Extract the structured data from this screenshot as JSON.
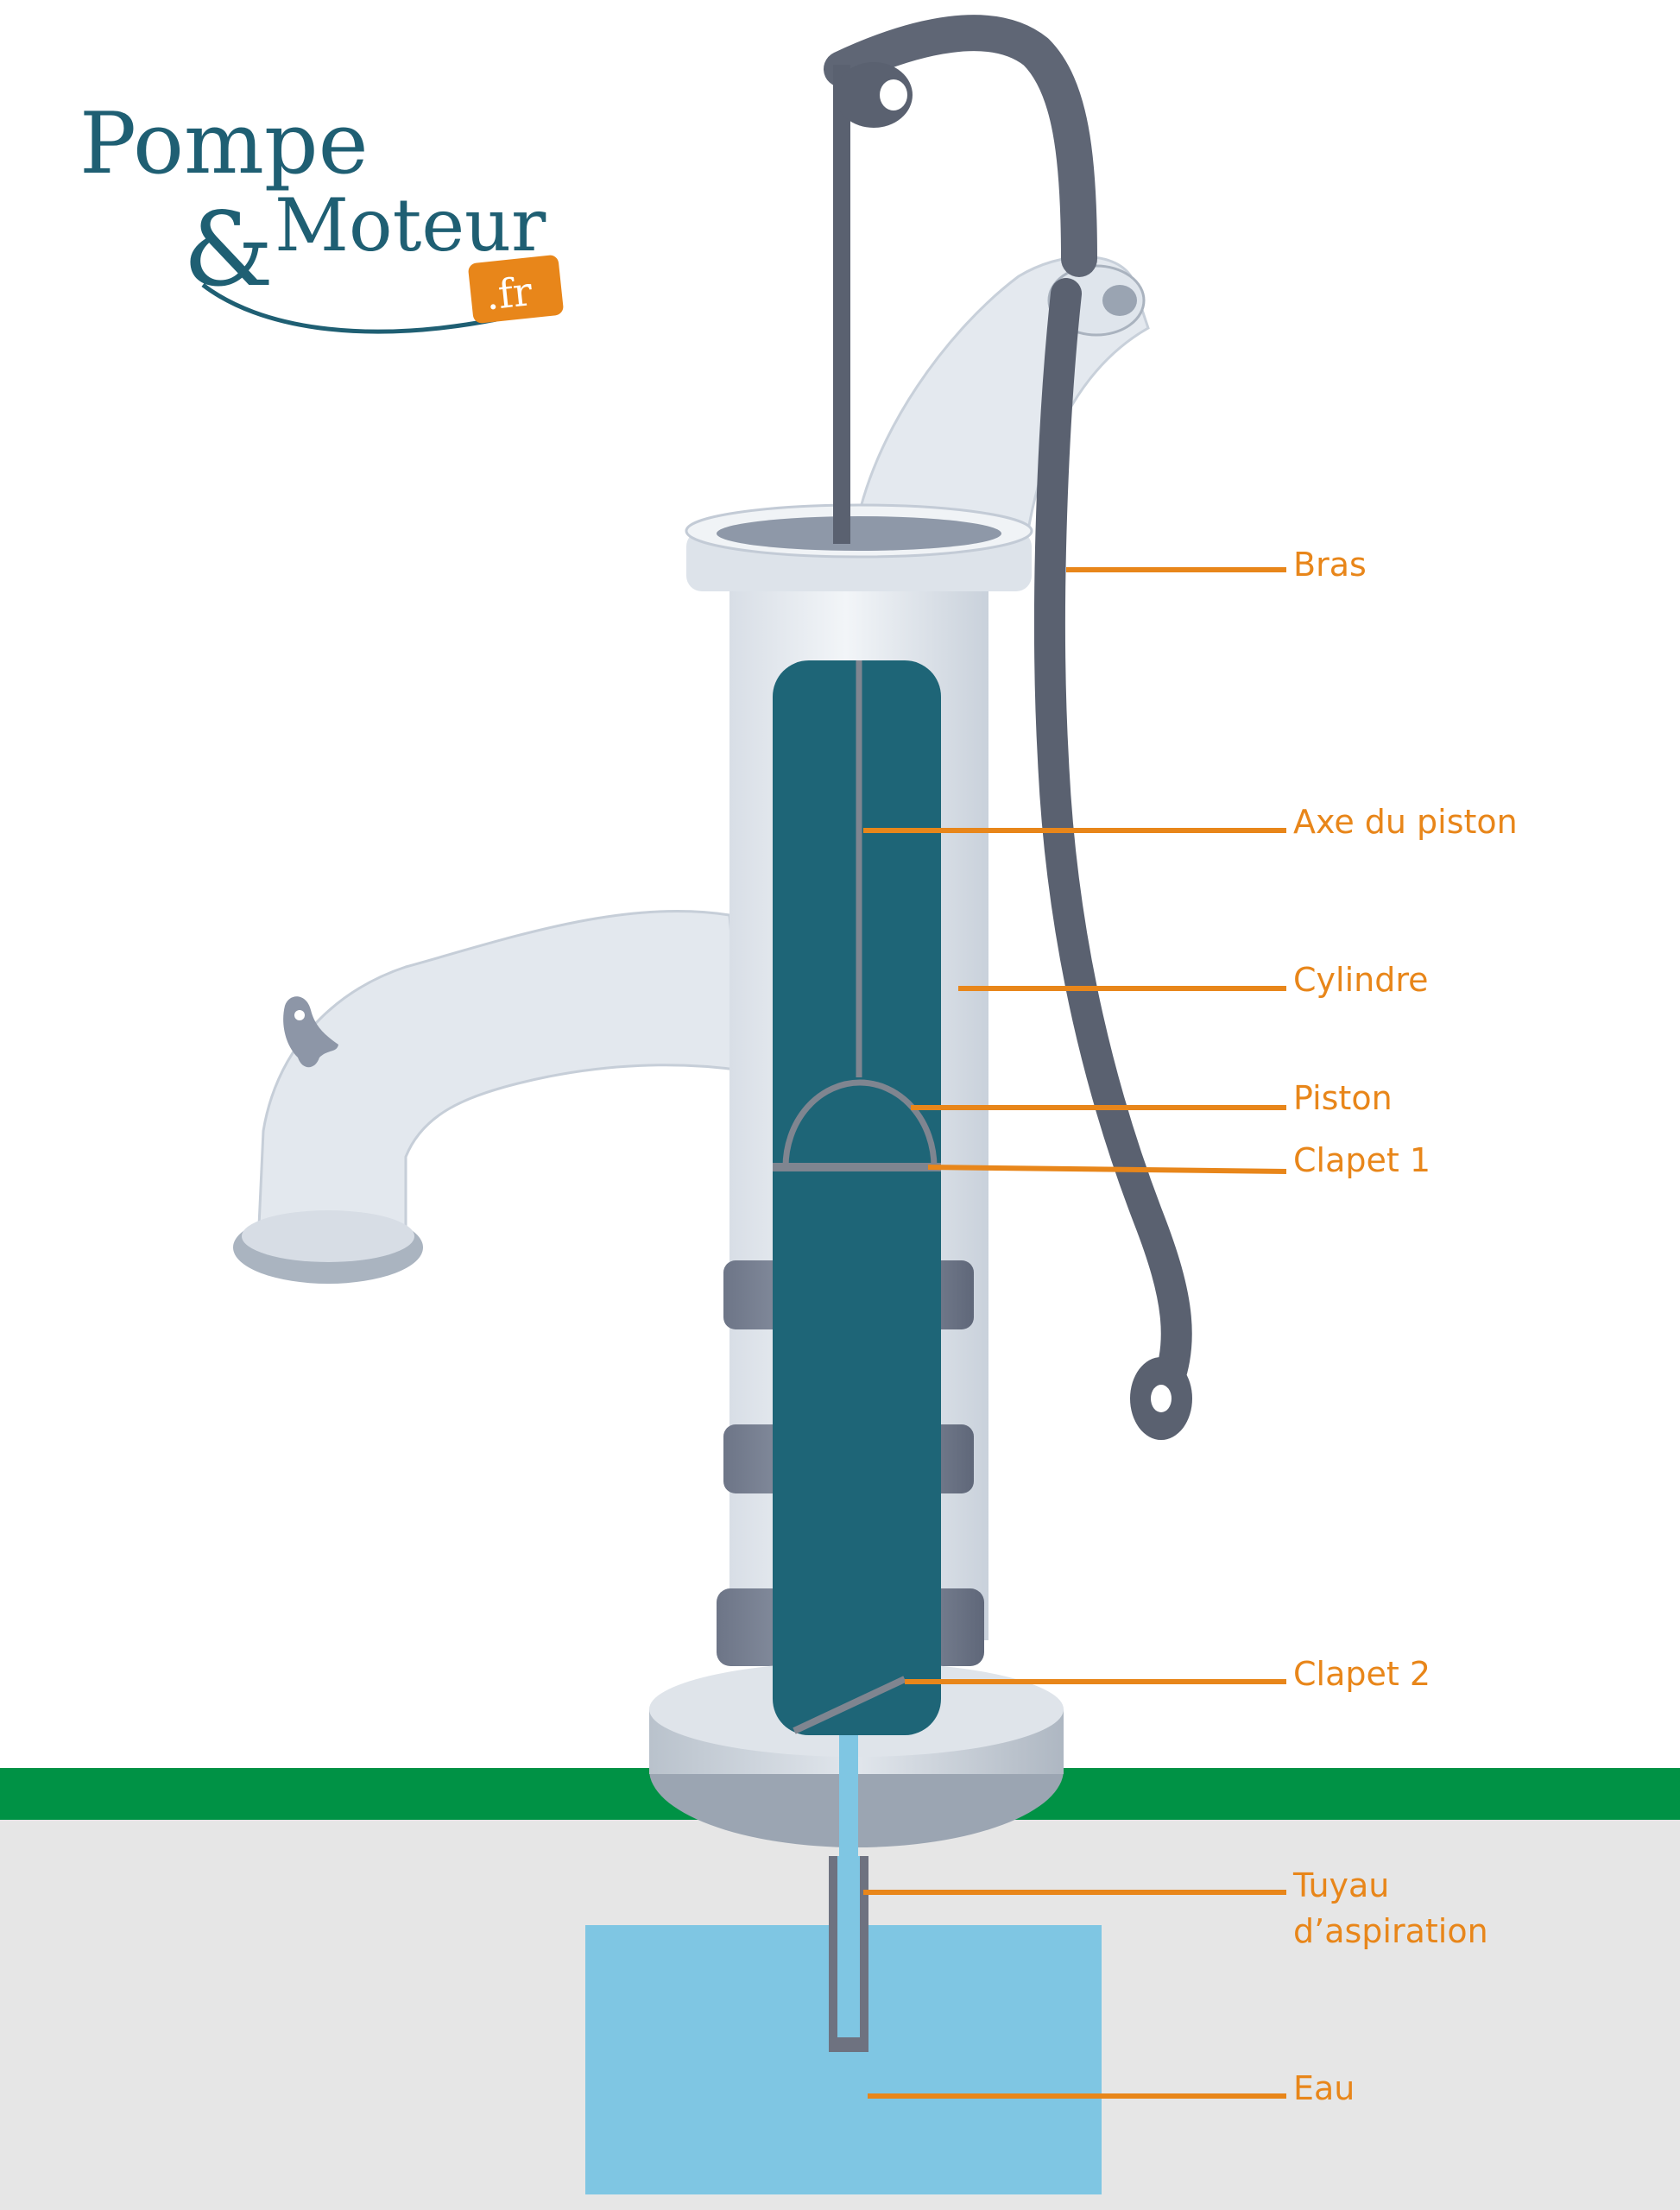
{
  "logo": {
    "line1": "Pompe",
    "ampersand": "&",
    "line2": "Moteur",
    "badge": ".fr",
    "brand_color": "#1f5f73",
    "badge_color": "#e8861a"
  },
  "labels": {
    "bras": "Bras",
    "axe": "Axe du piston",
    "cylindre": "Cylindre",
    "piston": "Piston",
    "clapet1": "Clapet 1",
    "clapet2": "Clapet 2",
    "tuyau_line1": "Tuyau",
    "tuyau_line2": "d’aspiration",
    "eau": "Eau"
  },
  "colors": {
    "label": "#e8861a",
    "cylinder_interior": "#1e6577",
    "ground_line": "#009245",
    "soil": "#e6e6e6",
    "water": "#7fc6e3",
    "pump_body": "#e2e8ee",
    "metal_dark": "#5a6170"
  }
}
